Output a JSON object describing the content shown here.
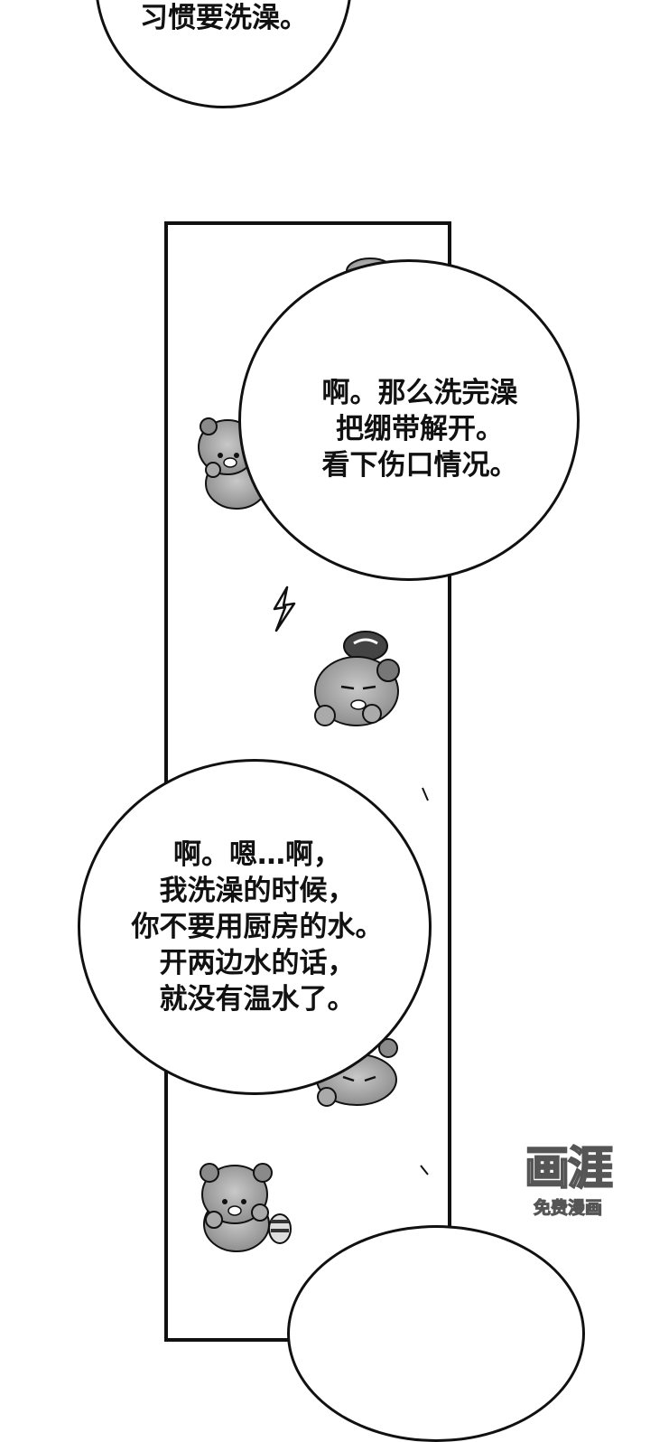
{
  "bubble_top": {
    "lines": [
      "习惯要洗澡。"
    ]
  },
  "bubble_middle": {
    "lines": [
      "啊。那么洗完澡",
      "把绷带解开。",
      "看下伤口情况。"
    ]
  },
  "bubble_lower": {
    "lines": [
      "啊。嗯…啊，",
      "我洗澡的时候，",
      "你不要用厨房的水。",
      "开两边水的话，",
      "就没有温水了。"
    ]
  },
  "watermark": {
    "logo": "画涯",
    "subtitle": "免费漫画"
  },
  "colors": {
    "ink": "#111111",
    "fur": "#9a9a9a",
    "background": "#ffffff"
  },
  "icons": [
    "raccoon-icon",
    "lightning-icon"
  ]
}
